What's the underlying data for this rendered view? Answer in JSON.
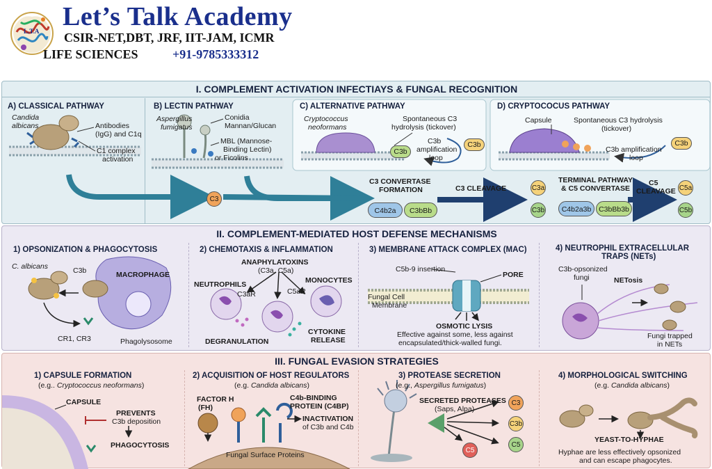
{
  "header": {
    "title": "Let’s Talk Academy",
    "subtitle": "CSIR-NET,DBT, JRF, IIT-JAM, ICMR",
    "line3": "LIFE SCIENCES",
    "phone": "+91-9785333312",
    "logo_text": "L.T.A"
  },
  "section1": {
    "title": "I. COMPLEMENT ACTIVATION INFECTIAYS & FUNGAL RECOGNITION",
    "a": {
      "heading": "A)  CLASSICAL PATHWAY",
      "organism1": "Candida",
      "organism2": "albicans",
      "lbl1": "Antibodies",
      "lbl2": "(IgG) and C1q",
      "lbl3": "C1 complex",
      "lbl4": "activation"
    },
    "b": {
      "heading": "B)  LECTIN PATHWAY",
      "organism1": "Aspergillus",
      "organism2": "fumigatus",
      "lbl1": "Conidia",
      "lbl2": "Mannan/Glucan",
      "lbl3": "MBL (Mannose-",
      "lbl4": "Binding Lectin)",
      "lbl5": "or Ficolins"
    },
    "c": {
      "heading": "C)  ALTERNATIVE PATHWAY",
      "organism1": "Cryptococcus",
      "organism2": "neoformans",
      "lbl1": "Spontaneous C3",
      "lbl2": "hydrolysis (tickover)",
      "lbl3": "C3b",
      "lbl4": "amplification",
      "lbl5": "loop",
      "c3b_a": "C3b",
      "c3b_b": "C3b"
    },
    "d": {
      "heading": "D)  CRYPTOCOCUS PATHWAY",
      "lbl_capsule": "Capsule",
      "lbl1": "Spontaneous C3 hydrolysis",
      "lbl2": "(tickover)",
      "lbl3": "C3b amplification",
      "lbl4": "loop",
      "c3b": "C3b"
    },
    "flow": {
      "c3": "C3",
      "convertase_title1": "C3 CONVERTASE",
      "convertase_title2": "FORMATION",
      "c4b2a": "C4b2a",
      "c3bbb": "C3bBb",
      "cleavage": "C3 CLEAVAGE",
      "c3a": "C3a",
      "c3b": "C3b",
      "terminal1": "TERMINAL PATHWAY",
      "terminal2": "& C5 CONVERTASE",
      "c4b2a3b": "C4b2a3b",
      "c3bbb3b": "C3bBb3b",
      "c5cleave1": "C5",
      "c5cleave2": "CLEAVAGE",
      "c5a": "C5a",
      "c5b": "C5b"
    }
  },
  "section2": {
    "title": "II. COMPLEMENT-MEDIATED HOST DEFENSE MECHANISMS",
    "p1": {
      "heading": "1) OPSONIZATION & PHAGOCYTOSIS",
      "organism": "C. albicans",
      "c3b": "C3b",
      "macrophage": "MACROPHAGE",
      "receptors": "CR1, CR3",
      "phagolysosome": "Phagolysosome"
    },
    "p2": {
      "heading": "2) CHEMOTAXIS & INFLAMMATION",
      "ana1": "ANAPHYLATOXINS",
      "ana2": "(C3a, C5a)",
      "neutrophils": "NEUTROPHILS",
      "c3ar": "C3aR",
      "c5ar": "C5aR",
      "monocytes": "MONOCYTES",
      "degran": "DEGRANULATION",
      "cyto1": "CYTOKINE",
      "cyto2": "RELEASE"
    },
    "p3": {
      "heading": "3) MEMBRANE ATTACK COMPLEX (MAC)",
      "insertion": "C5b-9 insertion",
      "pore": "PORE",
      "mem1": "Fungal Cell",
      "mem2": "Membrane",
      "lysis": "OSMOTIC LYSIS",
      "note1": "Effective against some, less against",
      "note2": "encapsulated/thick-walled fungi."
    },
    "p4": {
      "heading1": "4) NEUTROPHIL EXTRACELLULAR",
      "heading2": "TRAPS (NETs)",
      "opson1": "C3b-opsonized",
      "opson2": "fungi",
      "netosis": "NETosis",
      "trap1": "Fungi trapped",
      "trap2": "in NETs"
    }
  },
  "section3": {
    "title": "III. FUNGAL EVASION STRATEGIES",
    "p1": {
      "heading": "1) CAPSULE FORMATION",
      "eg_prefix": "(e.g.. ",
      "eg_org": "Cryptococcus neoformans",
      "eg_suffix": ")",
      "capsule": "CAPSULE",
      "prevents": "PREVENTS",
      "dep": "C3b deposition",
      "phago": "PHAGOCYTOSIS"
    },
    "p2": {
      "heading": "2) ACQUISITION OF HOST REGULATORS",
      "eg_prefix": "(e.g. ",
      "eg_org": "Candida albicans",
      "eg_suffix": ")",
      "fh1": "FACTOR H",
      "fh2": "(FH)",
      "c4bp1": "C4b-BINDING",
      "c4bp2": "PROTEIN (C4BP)",
      "inact1": "INACTIVATION",
      "inact2": "of C3b and C4b",
      "surface": "Fungal Surface Proteins"
    },
    "p3": {
      "heading": "3) PROTEASE SECRETION",
      "eg_prefix": "(e.g., ",
      "eg_org": "Aspergillus fumigatus",
      "eg_suffix": ")",
      "sec1": "SECRETED PROTEASES",
      "sec2": "(Saps, Alpa)",
      "c3": "C3",
      "c3b": "C3b",
      "c5": "C5",
      "c5b": "C5"
    },
    "p4": {
      "heading": "4) MORPHOLOGICAL SWITCHING",
      "eg_prefix": "(e.g. ",
      "eg_org": "Candida albicans",
      "eg_suffix": ")",
      "switch": "YEAST-TO-HYPHAE",
      "note1": "Hyphae are less effectively opsonized",
      "note2": "and can escape phagocytes."
    }
  },
  "colors": {
    "orange_circle": "#f0a35a",
    "yellow_circle": "#f5d27a",
    "green_circle": "#a7d48a",
    "red_circle": "#e0605a",
    "arrow_teal": "#2f7f98",
    "arrow_navy": "#1f3f6f",
    "pill_blue": "#9fc6e8",
    "pill_green": "#b9dc8a"
  }
}
